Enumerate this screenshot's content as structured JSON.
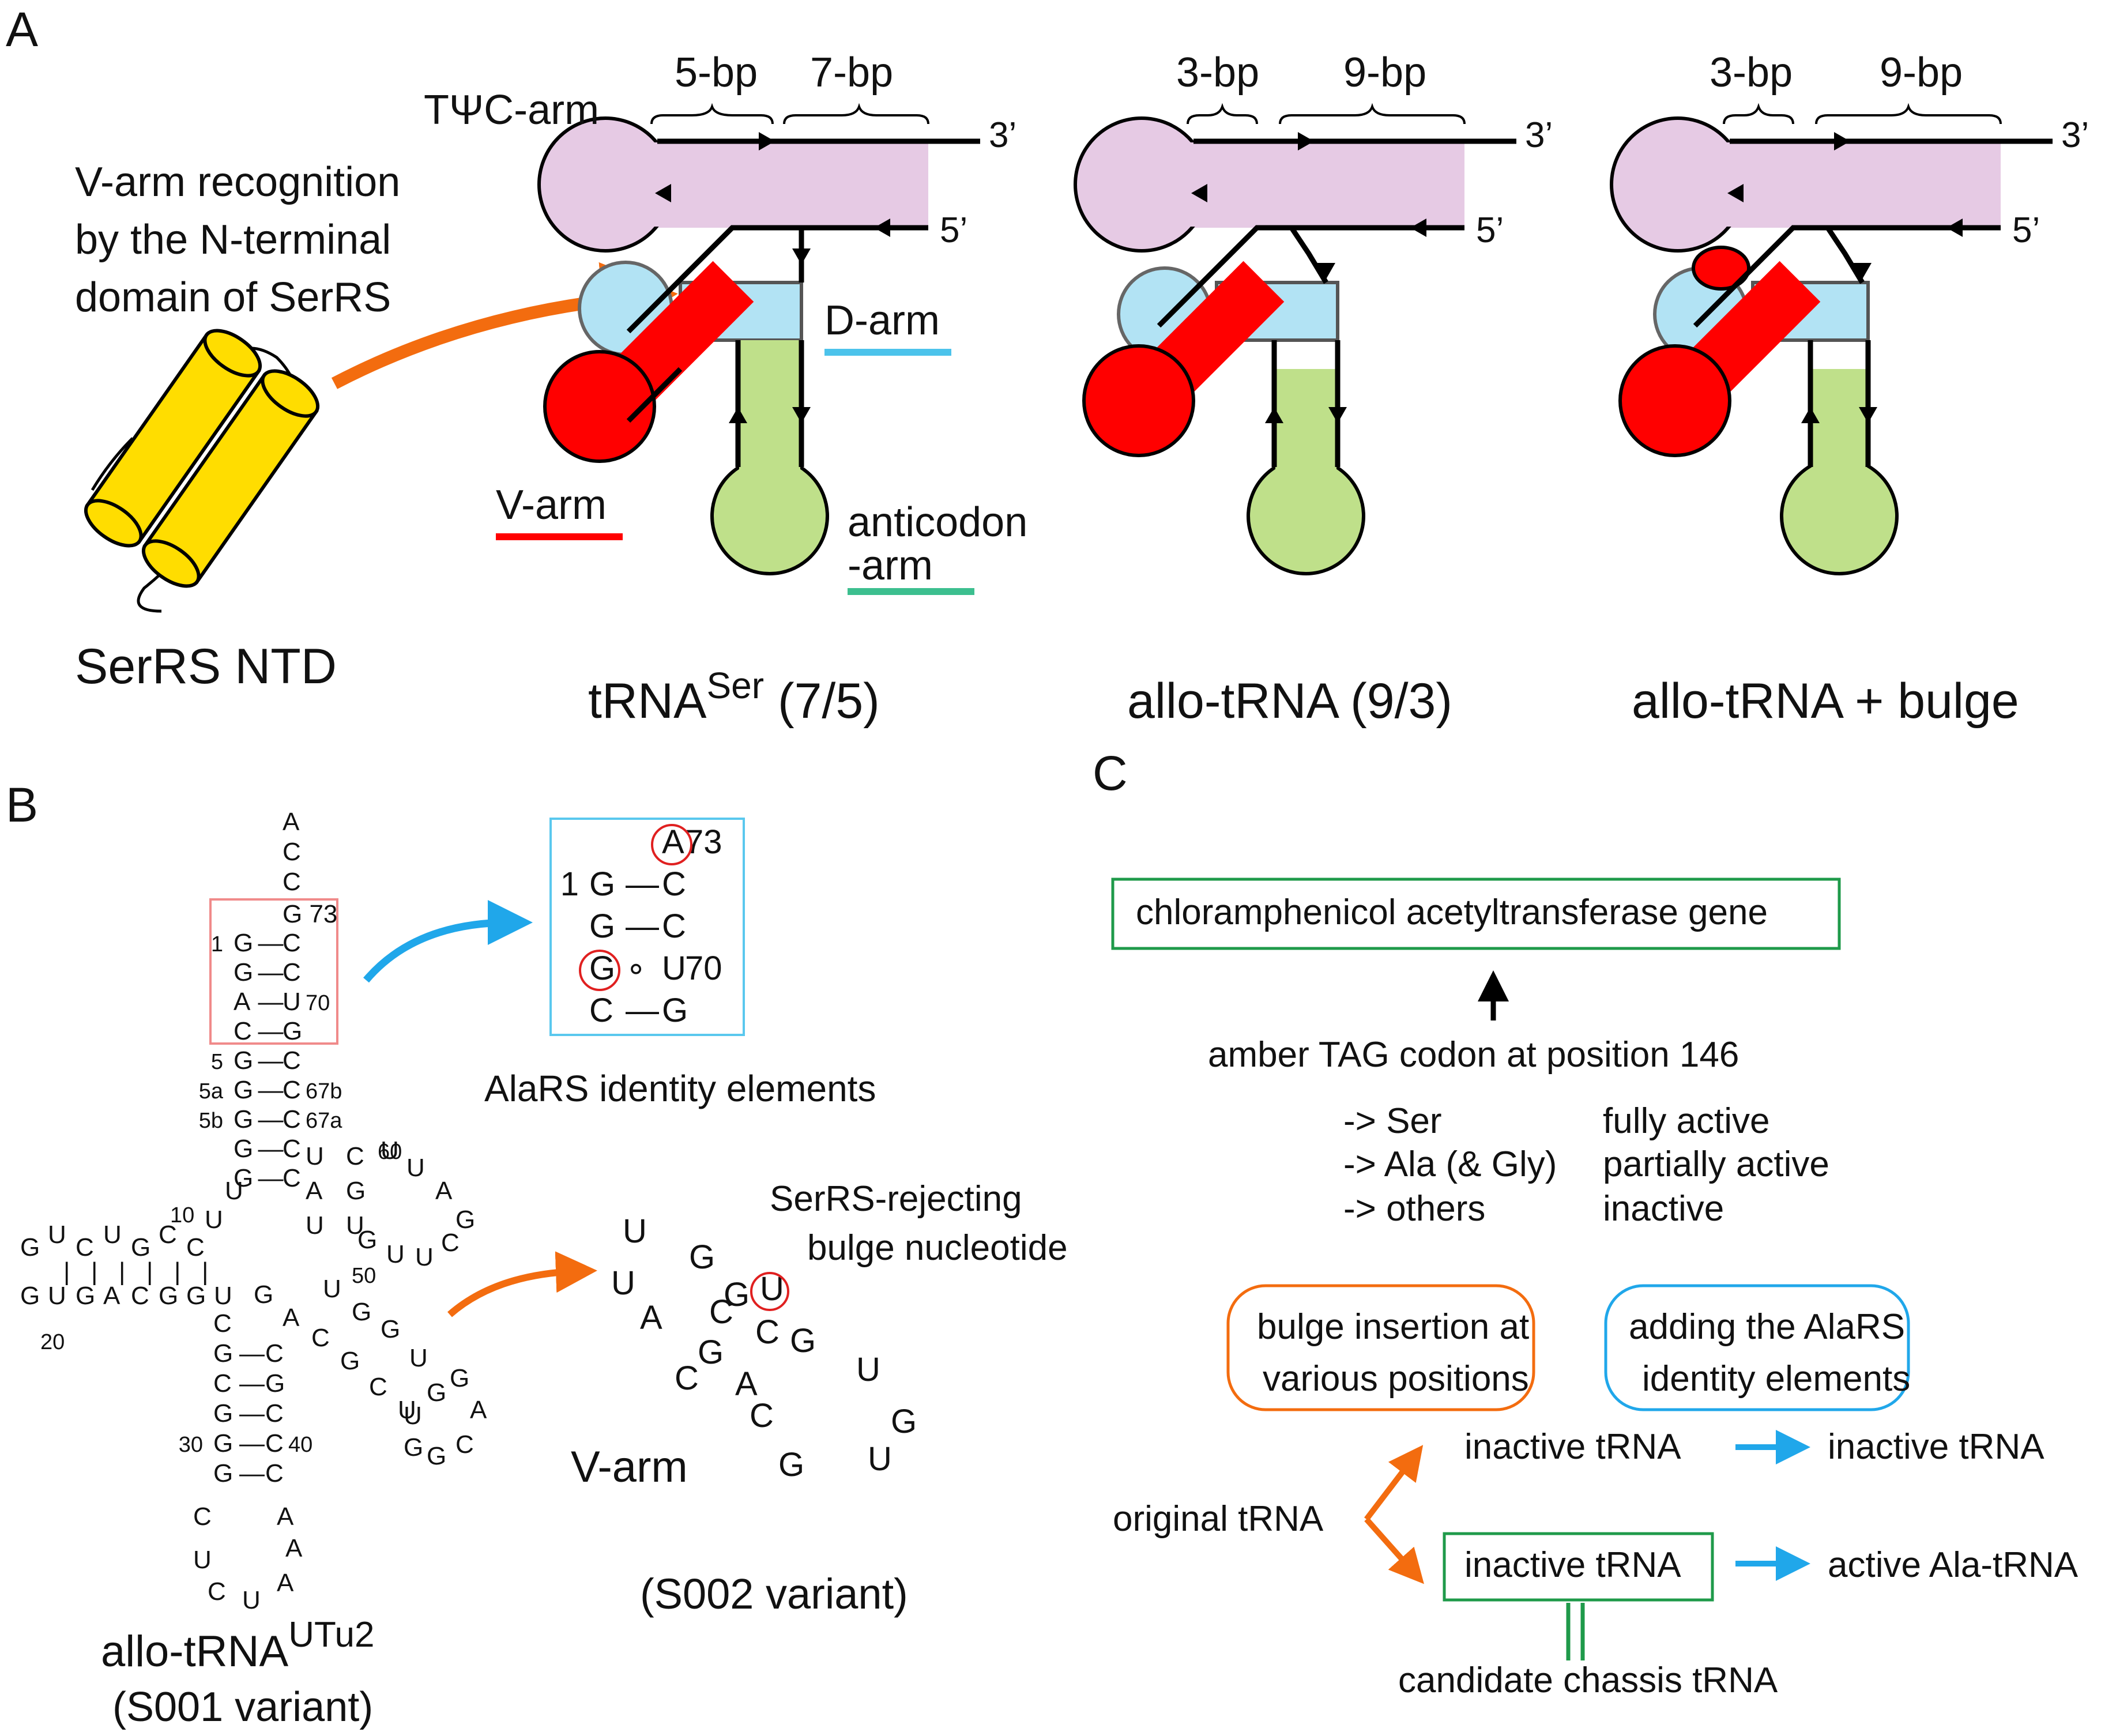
{
  "colors": {
    "tpsic_arm": "#e6cae4",
    "d_arm": "#b2e3f4",
    "v_arm": "#ff0000",
    "anticodon_arm": "#bfe08a",
    "ntd": "#ffdd00",
    "arrow_orange": "#f36c0f",
    "arrow_blue": "#20a7ea",
    "box_green": "#1f9a4a",
    "box_red": "#f08a8a",
    "box_cyan": "#5ac8ee",
    "d_line": "#4cc3eb",
    "ac_line": "#3cbf8f"
  },
  "panel_a": {
    "label": "A",
    "ntd_caption_lines": [
      "V-arm recognition",
      "by the N-terminal",
      "domain of SerRS"
    ],
    "ntd_name": "SerRS NTD",
    "arm_labels": {
      "tpsic": "TΨC-arm",
      "d": "D-arm",
      "v": "V-arm",
      "anticodon_1": "anticodon",
      "anticodon_2": "-arm"
    },
    "ends": {
      "three": "3’",
      "five": "5’"
    },
    "structures": [
      {
        "bp_left": "5-bp",
        "bp_right": "7-bp",
        "title_main": "tRNA",
        "title_sup": "Ser",
        "title_tail": " (7/5)"
      },
      {
        "bp_left": "3-bp",
        "bp_right": "9-bp",
        "title_main": "allo-tRNA (9/3)",
        "title_sup": "",
        "title_tail": ""
      },
      {
        "bp_left": "3-bp",
        "bp_right": "9-bp",
        "title_main": "allo-tRNA + bulge",
        "title_sup": "",
        "title_tail": ""
      }
    ]
  },
  "panel_b": {
    "label": "B",
    "title_main": "allo-tRNA",
    "title_sup": "UTu2",
    "variant": "(S001 variant)",
    "identity_caption": "AlaRS identity elements",
    "bulge_caption_lines": [
      "SerRS-rejecting",
      "bulge nucleotide"
    ],
    "varm_label": "V-arm",
    "varm_variant": "(S002 variant)",
    "acceptor_tail": [
      "A",
      "C",
      "C"
    ],
    "acceptor_pairs": [
      {
        "idx_l": "1",
        "l": "G",
        "r": "C",
        "idx_r": "",
        "bond": "—"
      },
      {
        "idx_l": "",
        "l": "G",
        "r": "C",
        "idx_r": "",
        "bond": "—"
      },
      {
        "idx_l": "",
        "l": "A",
        "r": "U",
        "idx_r": "70",
        "bond": "—"
      },
      {
        "idx_l": "",
        "l": "C",
        "r": "G",
        "idx_r": "",
        "bond": "—"
      },
      {
        "idx_l": "5",
        "l": "G",
        "r": "C",
        "idx_r": "",
        "bond": "—"
      },
      {
        "idx_l": "5a",
        "l": "G",
        "r": "C",
        "idx_r": "67b",
        "bond": "—"
      },
      {
        "idx_l": "5b",
        "l": "G",
        "r": "C",
        "idx_r": "67a",
        "bond": "—"
      },
      {
        "idx_l": "",
        "l": "G",
        "r": "C",
        "idx_r": "",
        "bond": "—"
      },
      {
        "idx_l": "",
        "l": "G",
        "r": "C",
        "idx_r": "",
        "bond": "—"
      }
    ],
    "g73": "G 73",
    "anticodon_pairs": [
      {
        "idx_l": "",
        "l": "C",
        "r": "",
        "idx_r": "",
        "bond": ""
      },
      {
        "idx_l": "",
        "l": "G",
        "r": "C",
        "idx_r": "",
        "bond": "—"
      },
      {
        "idx_l": "",
        "l": "C",
        "r": "G",
        "idx_r": "",
        "bond": "—"
      },
      {
        "idx_l": "",
        "l": "G",
        "r": "C",
        "idx_r": "",
        "bond": "—"
      },
      {
        "idx_l": "30",
        "l": "G",
        "r": "C",
        "idx_r": "40",
        "bond": "—"
      },
      {
        "idx_l": "",
        "l": "G",
        "r": "C",
        "idx_r": "",
        "bond": "—"
      }
    ],
    "anticodon_loop": [
      "C",
      "U",
      "C",
      "U",
      "A",
      "A",
      "A"
    ],
    "d_top": [
      "G",
      "U",
      "C",
      "U",
      "G",
      "C",
      "C"
    ],
    "d_bottom": [
      "G",
      "U",
      "G",
      "A",
      "C",
      "G",
      "G",
      "U"
    ],
    "d_index_10": "10",
    "d_index_20": "20",
    "t_left": [
      "U",
      "A",
      "U"
    ],
    "t_right": [
      "C",
      "G",
      "U"
    ],
    "t_loop": [
      "U",
      "C",
      "C",
      "U",
      "U",
      "A",
      "G",
      "C",
      "U",
      "U",
      "G"
    ],
    "t_index_50": "50",
    "t_index_60": "60",
    "misc_u": [
      "U",
      "U"
    ],
    "v_left": [
      "G",
      "A",
      "C",
      "G",
      "C",
      "U"
    ],
    "v_right": [
      "U",
      "G",
      "G",
      "U",
      "G"
    ],
    "v_loop": [
      "G",
      "A",
      "C",
      "G",
      "G",
      "U"
    ],
    "zoom_acceptor": [
      {
        "idx_l": "",
        "l": "",
        "r": "A",
        "idx_r": "73",
        "bond": ""
      },
      {
        "idx_l": "1",
        "l": "G",
        "r": "C",
        "idx_r": "",
        "bond": "—"
      },
      {
        "idx_l": "",
        "l": "G",
        "r": "C",
        "idx_r": "",
        "bond": "—"
      },
      {
        "idx_l": "",
        "l": "G",
        "r": "U",
        "idx_r": "70",
        "bond": "∘"
      },
      {
        "idx_l": "",
        "l": "C",
        "r": "G",
        "idx_r": "",
        "bond": "—"
      }
    ],
    "zoom_varm": [
      "U",
      "G",
      "U",
      "G",
      "U",
      "A",
      "C",
      "C",
      "G",
      "G",
      "C",
      "A",
      "U",
      "C",
      "G",
      "G",
      "U"
    ]
  },
  "panel_c": {
    "label": "C",
    "gene_box": "chloramphenicol acetyltransferase gene",
    "amber": "amber TAG codon at position 146",
    "outcomes": [
      {
        "aa": "-> Ser",
        "activity": "fully active"
      },
      {
        "aa": "-> Ala (& Gly)",
        "activity": "partially active"
      },
      {
        "aa": "-> others",
        "activity": "inactive"
      }
    ],
    "orange_box_lines": [
      "bulge insertion at",
      "various positions"
    ],
    "blue_box_lines": [
      "adding the AlaRS",
      "identity elements"
    ],
    "original": "original tRNA",
    "upper_left": "inactive tRNA",
    "upper_right": "inactive tRNA",
    "lower_left": "inactive tRNA",
    "lower_right": "active Ala-tRNA",
    "chassis": "candidate chassis tRNA"
  }
}
